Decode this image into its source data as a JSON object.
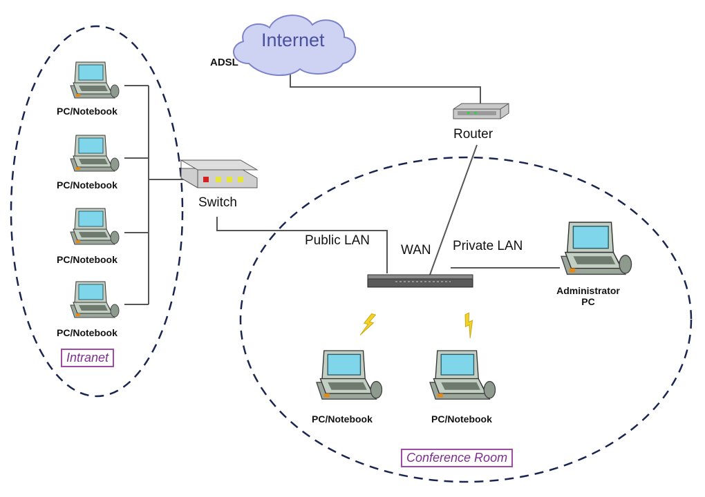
{
  "cloud": {
    "label": "Internet",
    "link_label": "ADSL"
  },
  "router": {
    "label": "Router"
  },
  "switch": {
    "label": "Switch"
  },
  "gateway": {
    "port_labels": {
      "public": "Public LAN",
      "wan": "WAN",
      "private": "Private LAN"
    }
  },
  "intranet": {
    "group_label": "Intranet",
    "devices": [
      "PC/Notebook",
      "PC/Notebook",
      "PC/Notebook",
      "PC/Notebook"
    ]
  },
  "conference_room": {
    "group_label": "Conference Room",
    "devices": [
      "PC/Notebook",
      "PC/Notebook"
    ],
    "admin": {
      "label_line1": "Administrator",
      "label_line2": "PC"
    }
  },
  "colors": {
    "cloud_fill": "#cfd3f3",
    "cloud_text": "#4a4f9e",
    "group_box": "#a04aa8",
    "lightning": "#f2d22a",
    "dashed": "#1a2450",
    "screen": "#7fd6ea",
    "laptop_body": "#c4cfc4"
  }
}
